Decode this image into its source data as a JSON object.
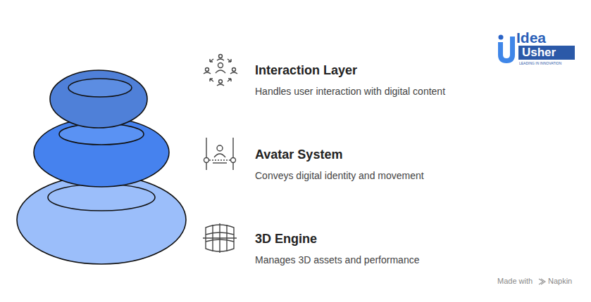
{
  "diagram": {
    "nodes": [
      {
        "text": [
          "Interaction Layer",
          "Handles user interaction with digital content"
        ]
      },
      {
        "text": [
          "Avatar System",
          "Conveys digital identity and movement"
        ]
      },
      {
        "text": [
          "3D Engine",
          "Manages 3D assets and performance"
        ]
      }
    ],
    "labels": [
      "Idea",
      "Usher",
      "LEADING IN INNOVATION",
      "Made with",
      "Napkin"
    ]
  }
}
